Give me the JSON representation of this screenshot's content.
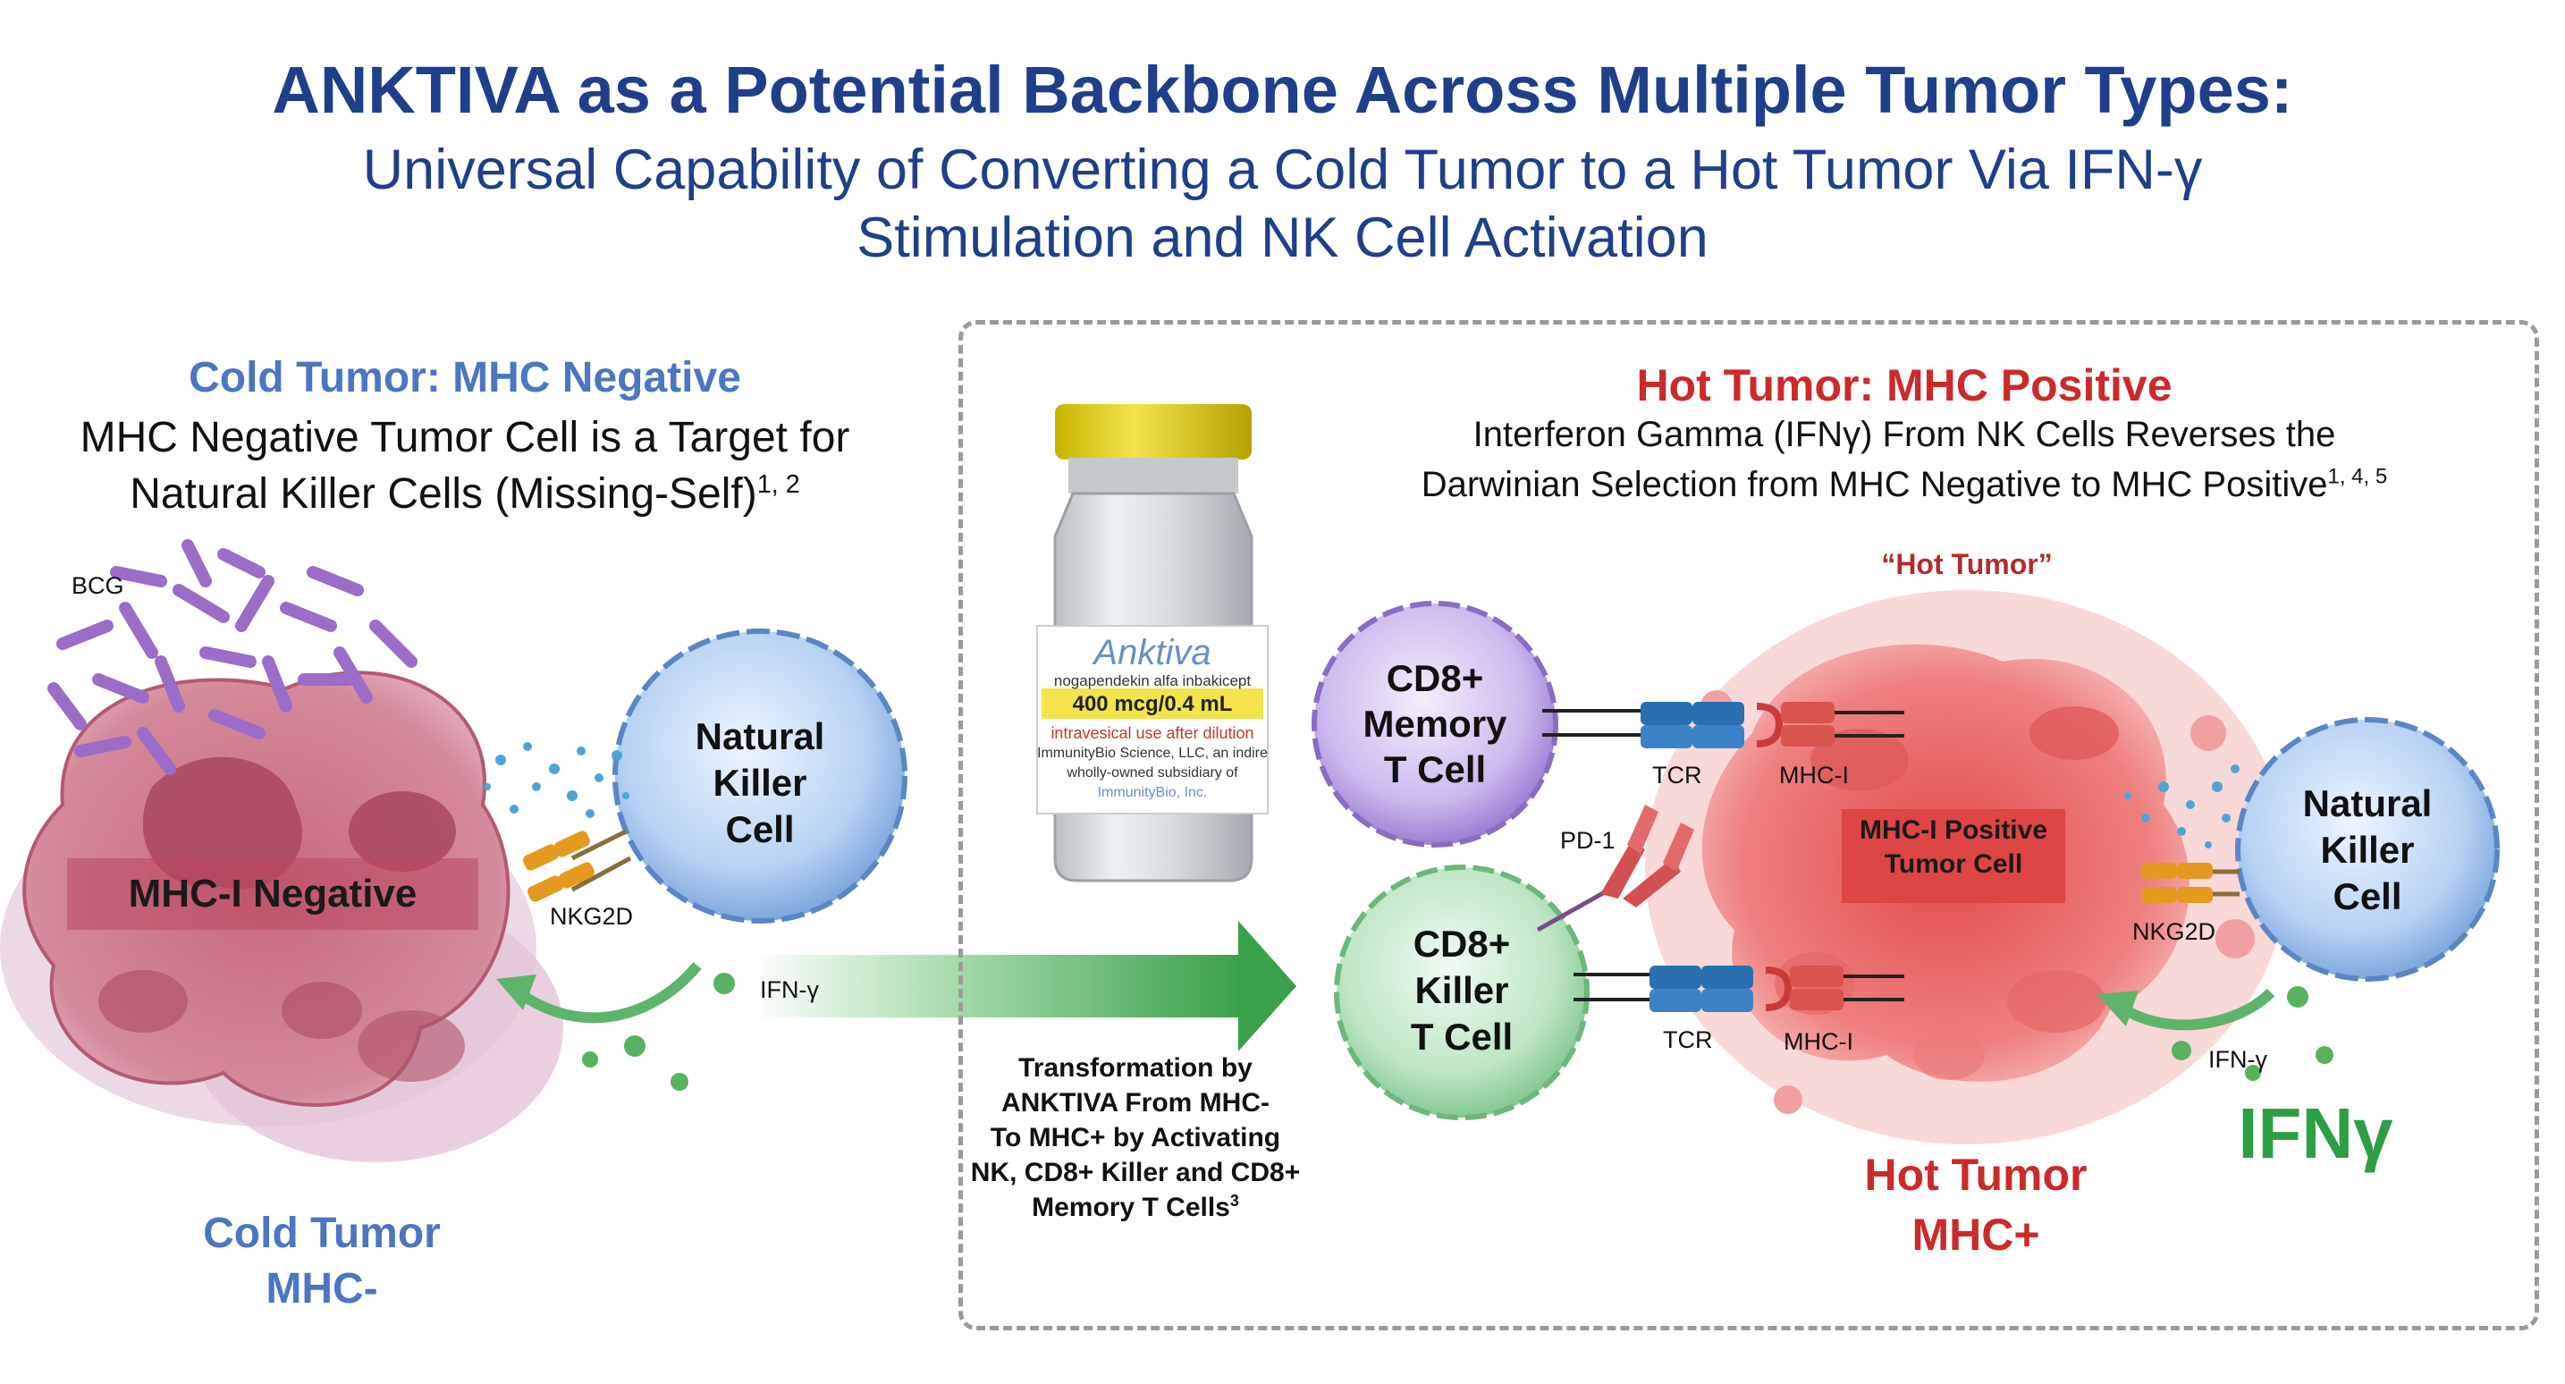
{
  "header": {
    "title": "ANKTIVA as a Potential Backbone Across Multiple Tumor Types:",
    "subtitle_line1": "Universal Capability of Converting a Cold Tumor to a Hot Tumor Via IFN-γ",
    "subtitle_line2": "Stimulation and NK Cell Activation"
  },
  "cold": {
    "heading": "Cold Tumor: MHC Negative",
    "desc_line1": "MHC Negative Tumor Cell is a Target for",
    "desc_line2": "Natural Killer Cells (Missing-Self)",
    "desc_refs": "1, 2",
    "bcg": "BCG",
    "tumor_label": "MHC-I Negative",
    "nk_line1": "Natural",
    "nk_line2": "Killer",
    "nk_line3": "Cell",
    "nkg2d": "NKG2D",
    "ifn": "IFN-γ",
    "footer_line1": "Cold Tumor",
    "footer_line2": "MHC-"
  },
  "vial": {
    "brand": "Anktiva",
    "line1": "nogapendekin alfa inbakicept",
    "line2": "400 mcg/0.4 mL",
    "line3": "intravesical use after dilution",
    "line4": "ImmunityBio Science, LLC, an indirect",
    "line5": "wholly-owned subsidiary of",
    "line6": "ImmunityBio, Inc."
  },
  "transform": {
    "line1": "Transformation by",
    "line2": "ANKTIVA From MHC-",
    "line3": "To MHC+ by Activating",
    "line4": "NK, CD8+ Killer and CD8+",
    "line5": "Memory T Cells",
    "ref": "3"
  },
  "hot": {
    "heading": "Hot Tumor: MHC Positive",
    "desc_line1": "Interferon Gamma (IFNγ) From NK Cells Reverses the",
    "desc_line2": "Darwinian Selection from MHC Negative to MHC Positive",
    "desc_refs": "1, 4, 5",
    "hot_quote": "“Hot Tumor”",
    "memory_line1": "CD8+",
    "memory_line2": "Memory",
    "memory_line3": "T Cell",
    "killer_line1": "CD8+",
    "killer_line2": "Killer",
    "killer_line3": "T Cell",
    "tcr_top": "TCR",
    "mhc_top": "MHC-I",
    "tcr_bottom": "TCR",
    "mhc_bottom": "MHC-I",
    "pd1": "PD-1",
    "tumor_line1": "MHC-I Positive",
    "tumor_line2": "Tumor Cell",
    "nk_line1": "Natural",
    "nk_line2": "Killer",
    "nk_line3": "Cell",
    "nkg2d": "NKG2D",
    "ifn_small": "IFN-γ",
    "ifn_big": "IFNγ",
    "footer_line1": "Hot Tumor",
    "footer_line2": "MHC+"
  },
  "colors": {
    "title_blue": "#1f3f8a",
    "cold_blue": "#4b76c2",
    "hot_red": "#cc2a2a",
    "ifn_green": "#2e9e44",
    "tumor_pink": "#c35f77",
    "nk_blue": "#8fb5e8",
    "memory_purple": "#a98ad6",
    "killer_green": "#9fd3a8",
    "receptor_blue": "#2a6fb0",
    "mhc_red": "#d9534f",
    "nkg2d_orange": "#e39a1f"
  }
}
